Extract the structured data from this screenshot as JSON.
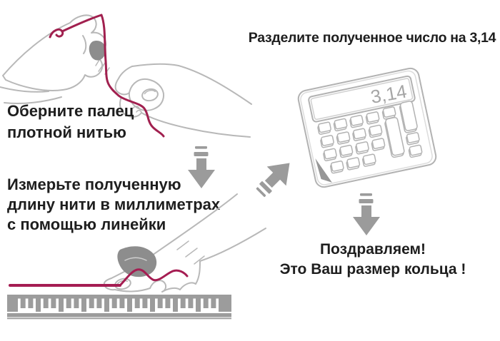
{
  "background_color": "#ffffff",
  "colors": {
    "thread": "#a1204f",
    "sketch_outline": "#b8b8b8",
    "shading": "#8d8d8d",
    "arrow": "#9b9b9b",
    "ruler": "#9c9c9c",
    "text": "#1e1e1e"
  },
  "steps": {
    "step1": {
      "lines": [
        "Оберните палец",
        "плотной нитью"
      ]
    },
    "step2": {
      "lines": [
        "Измерьте полученную",
        "длину нити в миллиметрах",
        "с помощью линейки"
      ]
    },
    "step3": {
      "text": "Разделите полученное число на 3,14"
    },
    "result": {
      "lines": [
        "Поздравляем!",
        "Это Ваш размер кольца !"
      ]
    }
  },
  "calculator": {
    "display_value": "3,14"
  },
  "icons": {
    "down_arrow": "gray down arrow with dashed tail",
    "up_right_arrow": "gray diagonal arrow with dashed tail",
    "calculator": "hand-drawn calculator sketch",
    "ruler": "gray millimeter ruler comb",
    "thread": "dark red measuring thread",
    "hands": "sketched hands wrapping and measuring thread"
  }
}
